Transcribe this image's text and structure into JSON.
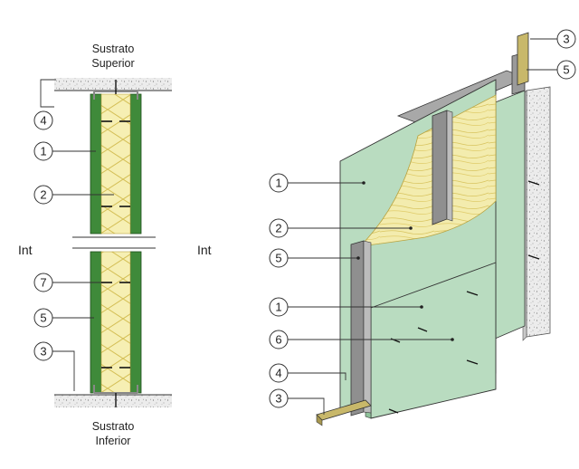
{
  "section": {
    "top_substrate": [
      "Sustrato",
      "Superior"
    ],
    "bottom_substrate": [
      "Sustrato",
      "Inferior"
    ],
    "side_left": "Int",
    "side_right": "Int",
    "callouts": [
      "4",
      "1",
      "2",
      "7",
      "5",
      "3"
    ]
  },
  "iso": {
    "callouts_right": [
      "3",
      "5"
    ],
    "callouts_left": [
      "1",
      "2",
      "5",
      "1",
      "6",
      "4",
      "3"
    ]
  },
  "colors": {
    "board_dark": "#3f8a3a",
    "board_light": "#b9dcc0",
    "insulation": "#f5eeb0",
    "insulation_line": "#d8c25a",
    "steel": "#9a9a9a",
    "substrate": "#e6e6e6"
  }
}
